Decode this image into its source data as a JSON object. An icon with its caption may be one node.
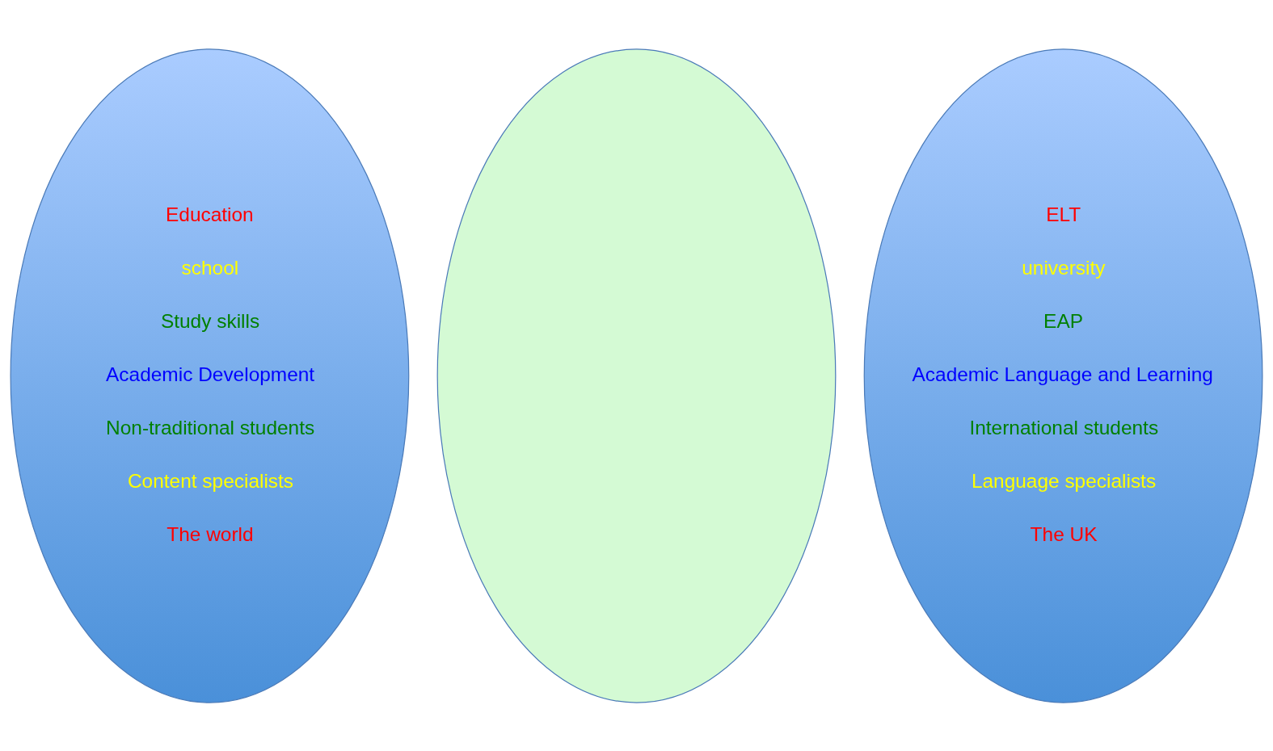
{
  "diagram": {
    "nodes": [
      {
        "text": [
          "Education",
          "school",
          "Study skills",
          "Academic Development",
          "Non-traditional students",
          "Content specialists",
          "The world"
        ]
      },
      {
        "text": [],
        "shape": "ellipse"
      },
      {
        "text": [
          "ELT",
          "university",
          "EAP",
          "Academic Language and Learning",
          "International students",
          "Language specialists",
          "The UK"
        ]
      }
    ],
    "edges": []
  }
}
